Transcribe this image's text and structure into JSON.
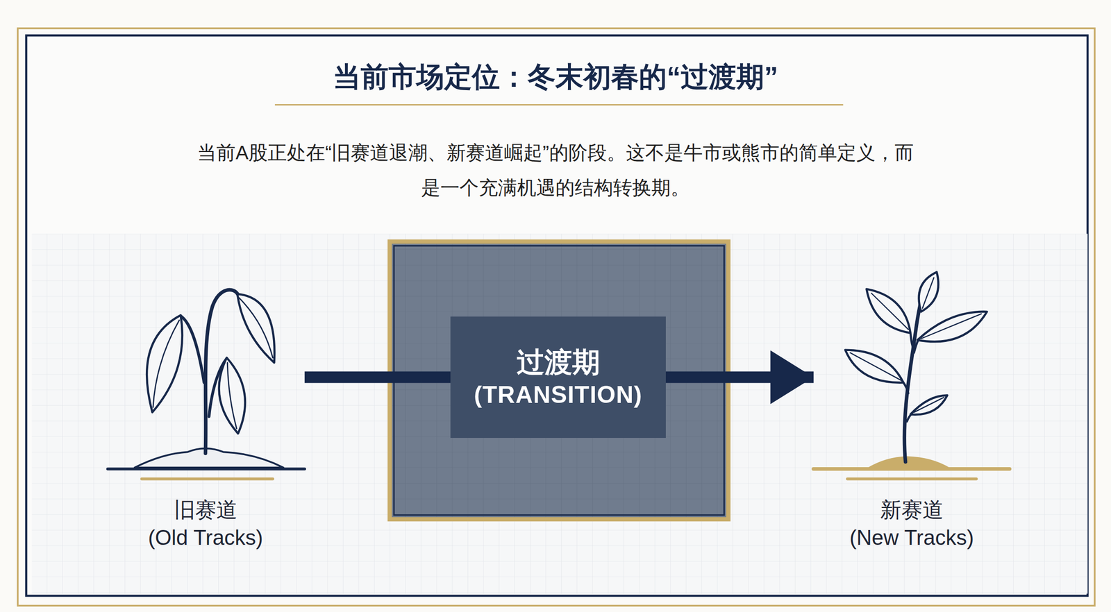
{
  "diagram": {
    "title": "当前市场定位：冬末初春的“过渡期”",
    "nodes": [
      {
        "text": [
          "旧赛道",
          "(Old Tracks)"
        ]
      },
      {
        "text": [
          "过渡期",
          "(TRANSITION)"
        ]
      },
      {
        "text": [
          "新赛道",
          "(New Tracks)"
        ]
      }
    ],
    "edges": [
      {
        "from": 0,
        "to": 1,
        "arrow": "none"
      },
      {
        "from": 1,
        "to": 2,
        "arrow": "to"
      }
    ],
    "labels": [
      "当前A股正处在“旧赛道退潮、新赛道崛起”的阶段。这不是牛市或熊市的简单定义，而是一个充满机遇的结构转换期。"
    ]
  }
}
